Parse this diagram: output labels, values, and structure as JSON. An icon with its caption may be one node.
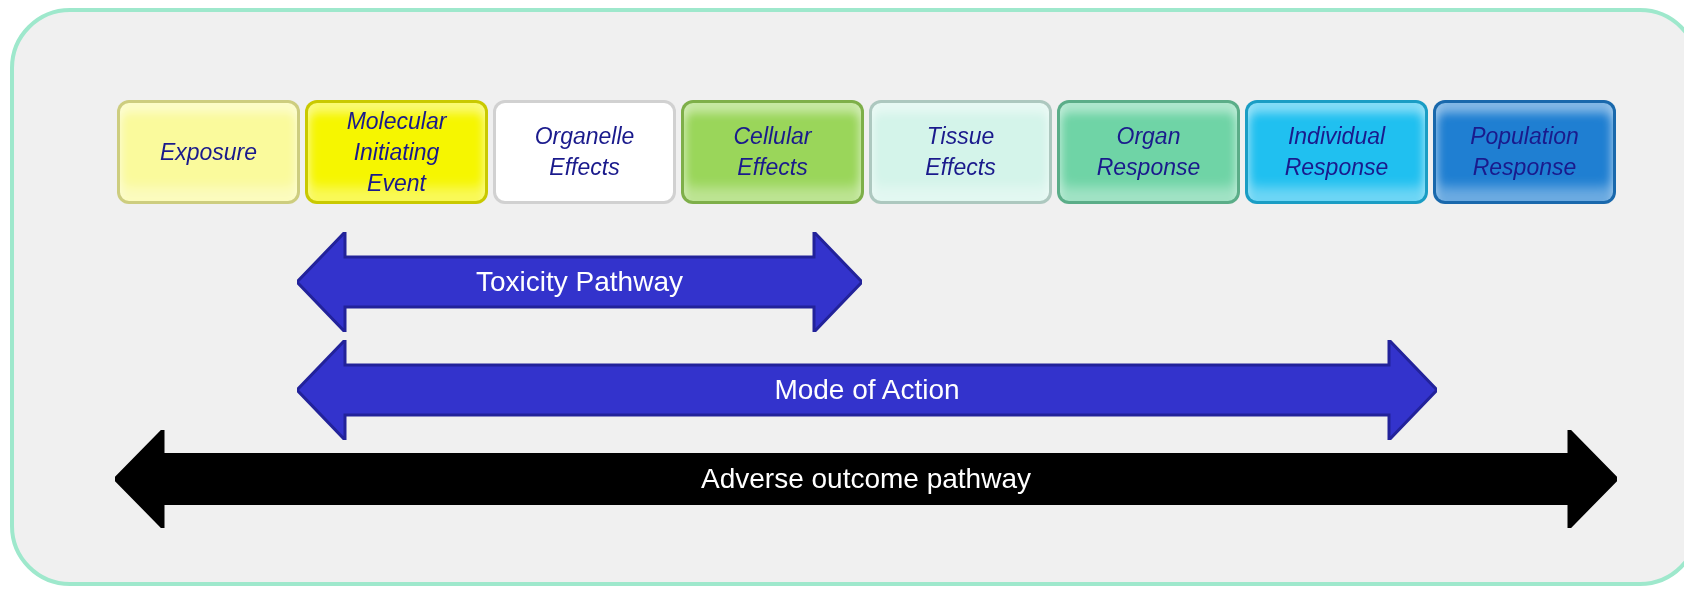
{
  "diagram": {
    "nodes": [
      {
        "text": [
          "Exposure"
        ]
      },
      {
        "text": [
          "Molecular Initiating Event"
        ]
      },
      {
        "text": [
          "Organelle Effects"
        ]
      },
      {
        "text": [
          "Cellular Effects"
        ]
      },
      {
        "text": [
          "Tissue Effects"
        ]
      },
      {
        "text": [
          "Organ Response"
        ]
      },
      {
        "text": [
          "Individual Response"
        ]
      },
      {
        "text": [
          "Population Response"
        ]
      },
      {
        "text": [
          "Toxicity Pathway"
        ]
      },
      {
        "text": [
          "Mode of Action"
        ]
      },
      {
        "text": [
          "Adverse outcome pathway"
        ]
      }
    ]
  }
}
